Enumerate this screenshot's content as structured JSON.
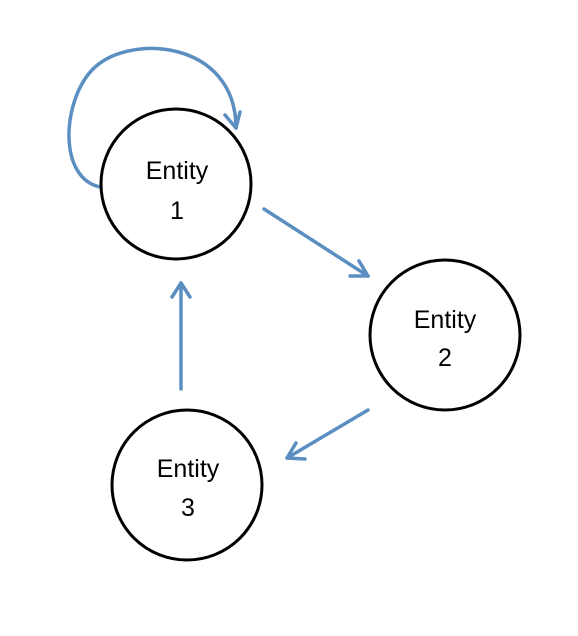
{
  "diagram": {
    "edge_color": "#5b8ec1",
    "node_border_color": "#000000",
    "nodes": [
      {
        "id": "entity-1",
        "line1": "Entity",
        "line2": "1"
      },
      {
        "id": "entity-2",
        "line1": "Entity",
        "line2": "2"
      },
      {
        "id": "entity-3",
        "line1": "Entity",
        "line2": "3"
      }
    ],
    "edges": [
      {
        "from": "entity-1",
        "to": "entity-1",
        "kind": "self-loop"
      },
      {
        "from": "entity-1",
        "to": "entity-2",
        "kind": "directed"
      },
      {
        "from": "entity-2",
        "to": "entity-3",
        "kind": "directed"
      },
      {
        "from": "entity-3",
        "to": "entity-1",
        "kind": "directed"
      }
    ]
  }
}
